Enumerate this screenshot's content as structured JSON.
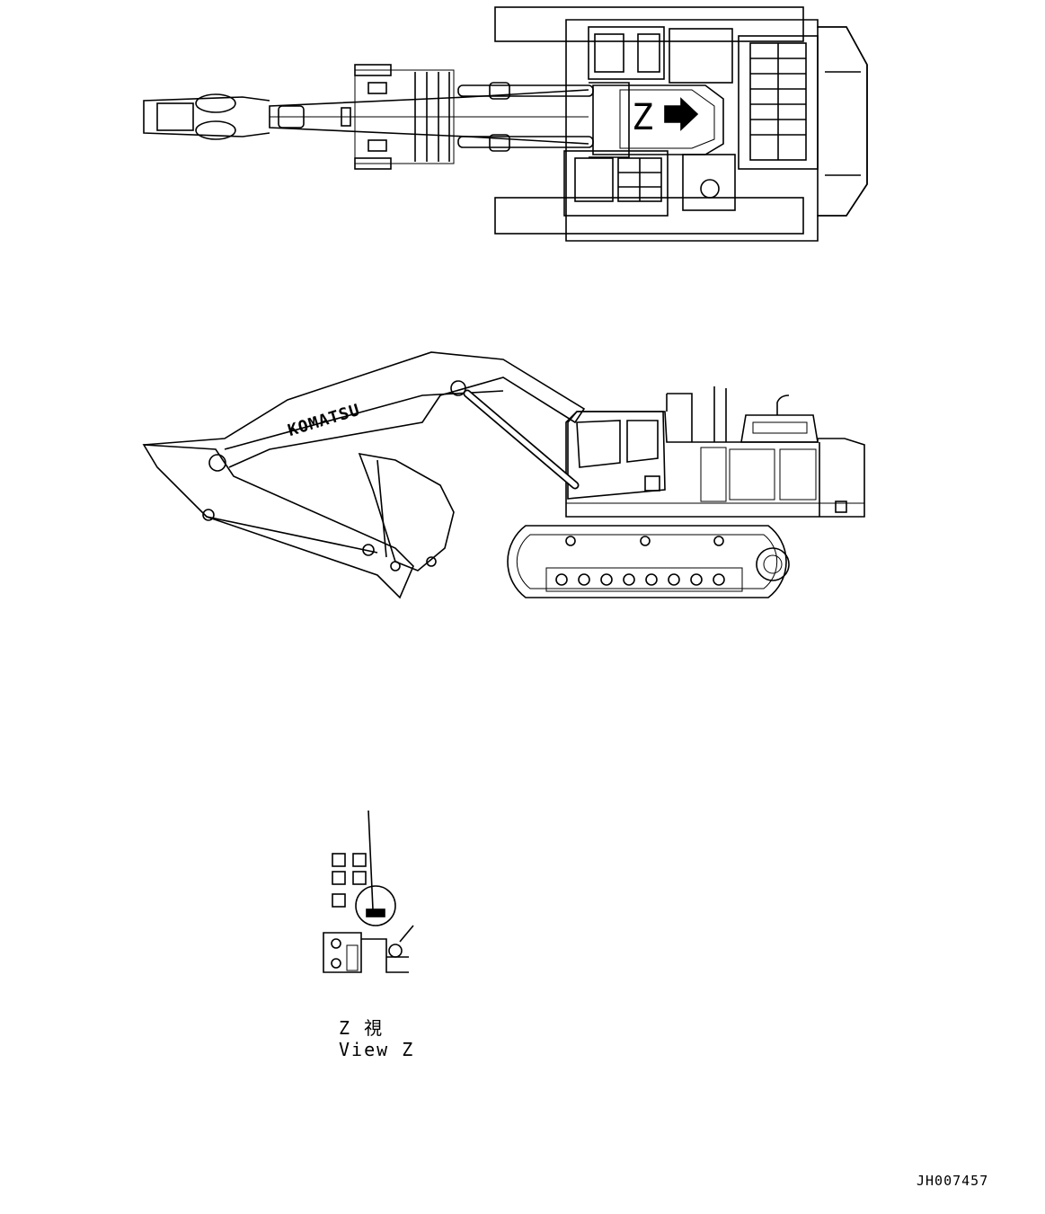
{
  "top_view": {
    "marker": "Z"
  },
  "side_view": {
    "brand": "KOMATSU"
  },
  "detail_view": {
    "caption_ja": "Z 視",
    "caption_en": "View Z"
  },
  "drawing_code": "JH007457"
}
